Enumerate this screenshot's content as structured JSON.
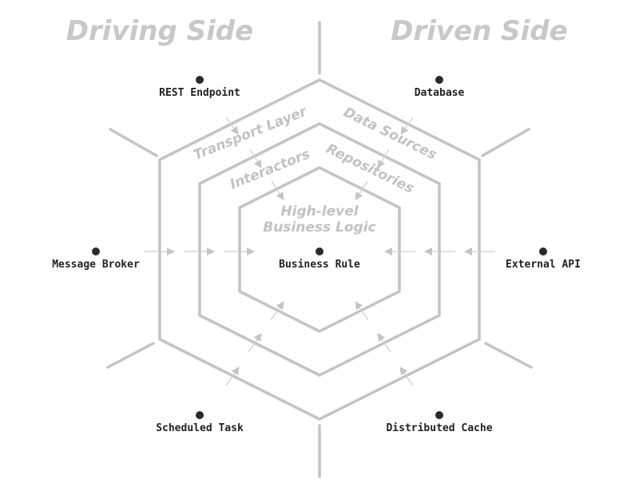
{
  "sides": {
    "driving": "Driving Side",
    "driven": "Driven Side"
  },
  "layers": {
    "transport": "Transport Layer",
    "data_sources": "Data Sources",
    "interactors": "Interactors",
    "repositories": "Repositories",
    "core_line1": "High-level",
    "core_line2": "Business Logic"
  },
  "nodes": {
    "rest_endpoint": "REST Endpoint",
    "database": "Database",
    "message_broker": "Message Broker",
    "business_rule": "Business Rule",
    "external_api": "External API",
    "scheduled_task": "Scheduled Task",
    "distributed_cache": "Distributed Cache"
  },
  "colors": {
    "structure": "#c4c4c4",
    "dot": "#2a2a2a",
    "node_text": "#222222"
  }
}
